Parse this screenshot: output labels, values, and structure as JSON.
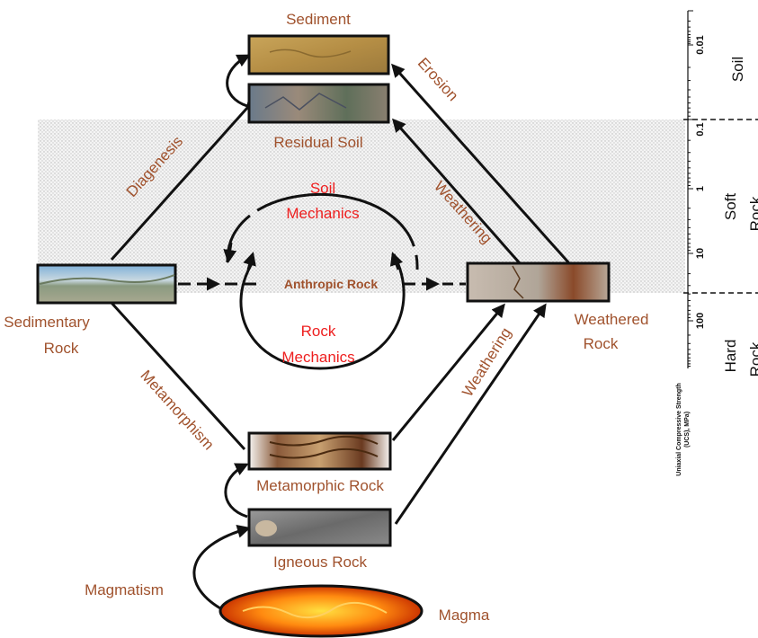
{
  "nodes": {
    "sediment": "Sediment",
    "residual_soil": "Residual Soil",
    "sedimentary_rock": [
      "Sedimentary",
      "Rock"
    ],
    "weathered_rock": [
      "Weathered",
      "Rock"
    ],
    "metamorphic_rock": "Metamorphic Rock",
    "igneous_rock": "Igneous Rock",
    "magma": "Magma"
  },
  "processes": {
    "erosion": "Erosion",
    "diagenesis": "Diagenesis",
    "weathering_upper": "Weathering",
    "weathering_lower": "Weathering",
    "metamorphism": "Metamorphism",
    "magmatism": "Magmatism"
  },
  "center": {
    "soil_mechanics": [
      "Soil",
      "Mechanics"
    ],
    "anthropic_rock": "Anthropic Rock",
    "rock_mechanics": [
      "Rock",
      "Mechanics"
    ]
  },
  "strength_scale": {
    "axis_title": [
      "Uniaxial Compressive Strength",
      "(UCS), MPa)"
    ],
    "ticks": [
      "0.01",
      "0.1",
      "1",
      "10",
      "100"
    ],
    "zones": [
      [
        "Soil"
      ],
      [
        "Soft",
        "Rock"
      ],
      [
        "Hard",
        "Rock"
      ]
    ]
  },
  "colors": {
    "label_brown": "#a0522d",
    "mechanics_red": "#ee2020",
    "band_gray": "#d9d9d9"
  }
}
